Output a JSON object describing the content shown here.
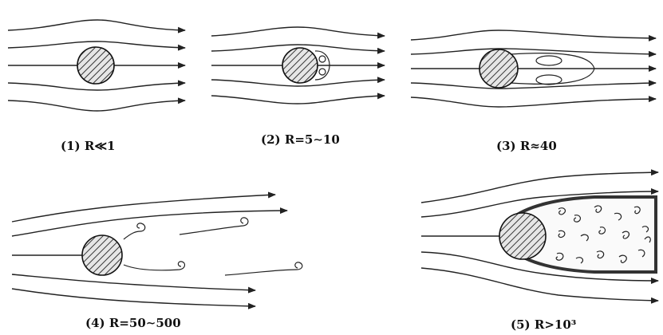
{
  "panels": [
    {
      "caption": "(1) R≪1"
    },
    {
      "caption": "(2) R=5∼10"
    },
    {
      "caption": "(3) R≈40"
    },
    {
      "caption": "(4) R=50∼500"
    },
    {
      "caption": "(5) R>10³"
    }
  ],
  "colors": {
    "ink": "#222222",
    "background": "#ffffff"
  }
}
